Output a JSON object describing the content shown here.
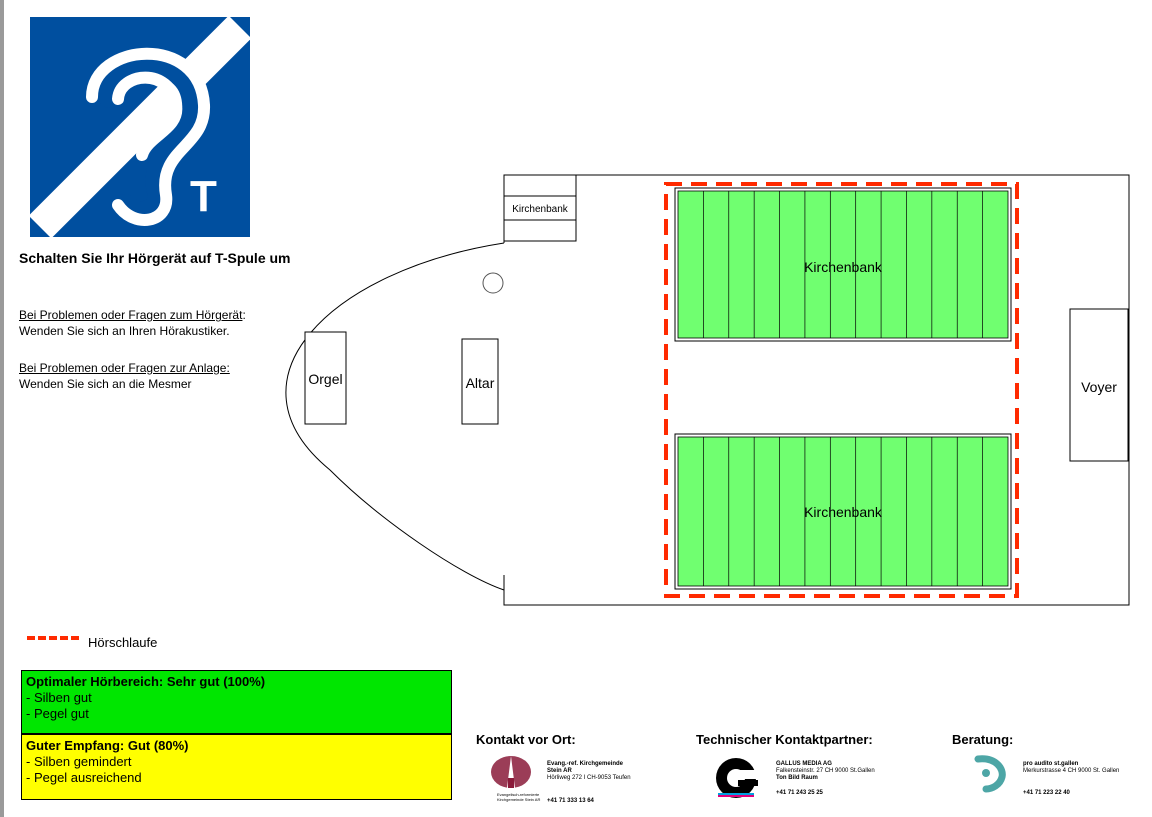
{
  "heading": "Schalten Sie Ihr Hörgerät auf T-Spule um",
  "logo": {
    "letter": "T",
    "bg_color": "#004f9f"
  },
  "info_blocks": [
    {
      "question": "Bei Problemen oder Fragen zum Hörgerät",
      "suffix": ":",
      "answer": "Wenden Sie sich an Ihren Hörakustiker."
    },
    {
      "question": "Bei Problemen oder Fragen zur Anlage:",
      "suffix": "",
      "answer": "Wenden Sie sich an die Mesmer"
    }
  ],
  "plan": {
    "small_bench_label": "Kirchenbank",
    "organ_label": "Orgel",
    "altar_label": "Altar",
    "foyer_label": "Voyer",
    "bench_top_label": "Kirchenbank",
    "bench_bottom_label": "Kirchenbank",
    "bench_color": "#70ff70",
    "loop_color": "#ff2a00",
    "bench_top_rows": 13,
    "bench_bottom_rows": 13
  },
  "legend": {
    "loop_label": "Hörschlaufe"
  },
  "reception": [
    {
      "title": "Optimaler Hörbereich: Sehr gut (100%)",
      "lines": [
        "- Silben gut",
        "- Pegel gut"
      ],
      "color": "#00e600"
    },
    {
      "title": "Guter Empfang: Gut (80%)",
      "lines": [
        "- Silben gemindert",
        "- Pegel ausreichend"
      ],
      "color": "#ffff00"
    }
  ],
  "contacts": [
    {
      "title": "Kontakt vor Ort:",
      "logo_icon": "church-logo-icon",
      "logo_caption": [
        "Evangelisch-reformierte",
        "Kirchgemeinde Stein AR"
      ],
      "name": "Evang.-ref. Kirchgemeinde",
      "name2": "Stein AR",
      "address": "Hörliweg 272  I  CH-9053 Teufen",
      "phone": "+41 71 333 13 64"
    },
    {
      "title": "Technischer Kontaktpartner:",
      "logo_icon": "gallus-media-logo-icon",
      "name": "GALLUS MEDIA AG",
      "address": "Falkensteinstr. 27 CH 9000 St.Gallen",
      "name2": "Ton Bild Raum",
      "phone": "+41 71 243 25 25"
    },
    {
      "title": "Beratung:",
      "logo_icon": "pro-audito-logo-icon",
      "name": "pro audito st.gallen",
      "address": "Merkurstrasse 4 CH 9000 St. Gallen",
      "phone": "+41 71 223 22 40"
    }
  ]
}
